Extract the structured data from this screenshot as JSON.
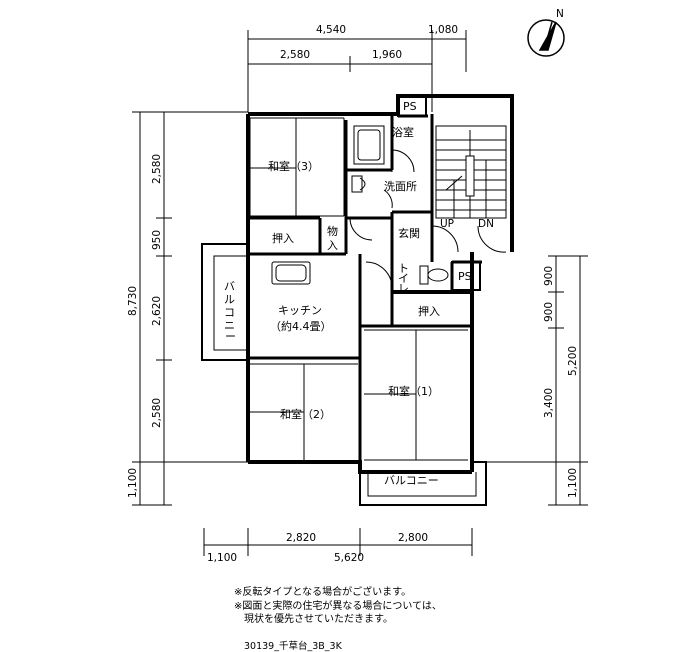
{
  "rooms": {
    "washitsu3": "和室（3）",
    "bath": "浴室",
    "washroom": "洗面所",
    "oshiire_top": "押入",
    "mono_a": "物",
    "mono_b": "入",
    "genkan": "玄関",
    "toilet_a": "ト",
    "toilet_b": "イ",
    "toilet_c": "レ",
    "ps_top": "PS",
    "ps_mid": "PS",
    "kitchen": "キッチン",
    "kitchen_size": "（約4.4畳）",
    "oshiire_mid": "押入",
    "washitsu1": "和室（1）",
    "washitsu2": "和室（2）",
    "balcony_bottom": "バルコニー",
    "balcony_left": [
      "バ",
      "ル",
      "コ",
      "ニ",
      "ー"
    ],
    "stair_up": "UP",
    "stair_dn": "DN",
    "north": "N"
  },
  "dimensions": {
    "top_total": "4,540",
    "top_right": "1,080",
    "top_a": "2,580",
    "top_b": "1,960",
    "left_total": "8,730",
    "left_a": "2,580",
    "left_b": "950",
    "left_c": "2,620",
    "left_d": "2,580",
    "left_e": "1,100",
    "right_a": "900",
    "right_b": "900",
    "right_c": "3,400",
    "right_total": "5,200",
    "right_e": "1,100",
    "bottom_a": "2,820",
    "bottom_b": "2,800",
    "bottom_left": "1,100",
    "bottom_total": "5,620"
  },
  "notes": [
    "※反転タイプとなる場合がございます。",
    "※図面と実際の住宅が異なる場合については、",
    "　現状を優先させていただきます。"
  ],
  "plan_code": "30139_千草台_3B_3K"
}
